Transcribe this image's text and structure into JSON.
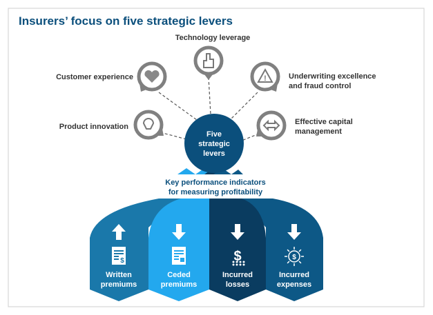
{
  "title": "Insurers’ focus on five strategic levers",
  "center": {
    "lines": [
      "Five",
      "strategic",
      "levers"
    ]
  },
  "levers": [
    {
      "id": "technology",
      "lines": [
        "Technology leverage"
      ],
      "icon": "pointing-hand-icon"
    },
    {
      "id": "customer",
      "lines": [
        "Customer experience"
      ],
      "icon": "heart-people-icon"
    },
    {
      "id": "underwriting",
      "lines": [
        "Underwriting excellence",
        "and fraud control"
      ],
      "icon": "warning-icon"
    },
    {
      "id": "product",
      "lines": [
        "Product innovation"
      ],
      "icon": "lightbulb-check-icon"
    },
    {
      "id": "capital",
      "lines": [
        "Effective capital",
        "management"
      ],
      "icon": "money-exchange-icon"
    }
  ],
  "kpi_heading": [
    "Key performance indicators",
    "for measuring profitability"
  ],
  "kpis": [
    {
      "lines": [
        "Written",
        "premiums"
      ],
      "direction": "up",
      "icon": "receipt-dollar-icon",
      "color": "#1a78aa"
    },
    {
      "lines": [
        "Ceded",
        "premiums"
      ],
      "direction": "down",
      "icon": "receipt-thumbs-up-icon",
      "color": "#23a8ee"
    },
    {
      "lines": [
        "Incurred",
        "losses"
      ],
      "direction": "down",
      "icon": "dollar-dissolve-icon",
      "color": "#0a3c60"
    },
    {
      "lines": [
        "Incurred",
        "expenses"
      ],
      "direction": "down",
      "icon": "dollar-burst-icon",
      "color": "#0d5886"
    }
  ],
  "colors": {
    "brand": "#0b4f7c",
    "ring": "#808080"
  }
}
